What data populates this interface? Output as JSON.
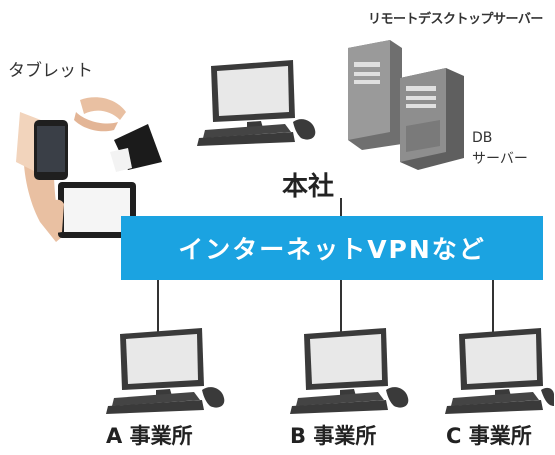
{
  "diagram": {
    "tablet_label": "タブレット",
    "remote_desktop_server_label": "リモートデスクトップサーバー",
    "db_server_label_line1": "DB",
    "db_server_label_line2": "サーバー",
    "headquarters_label": "本社",
    "network_label": "インターネットVPNなど",
    "offices": [
      {
        "label": "A 事業所"
      },
      {
        "label": "B 事業所"
      },
      {
        "label": "C 事業所"
      }
    ]
  },
  "colors": {
    "banner": "#1ba3e1",
    "monitor": "#3a3a3a",
    "server": "#6f6f6f"
  },
  "icons": [
    "tablet-hands-image",
    "desktop-computer-icon",
    "server-tower-icon"
  ]
}
